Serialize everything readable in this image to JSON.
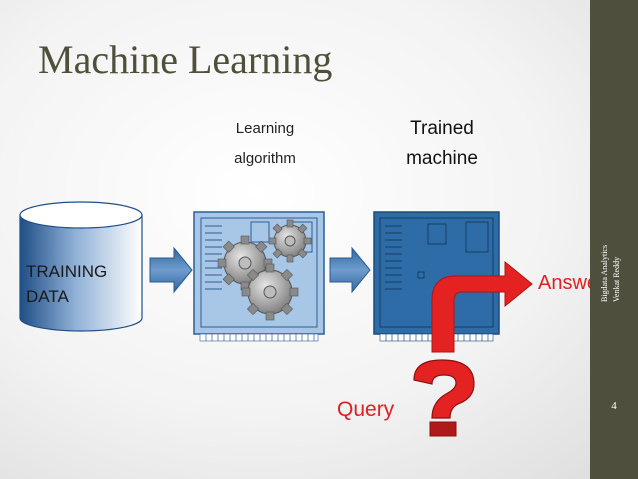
{
  "slide": {
    "title": "Machine Learning",
    "learning_label_line1": "Learning",
    "learning_label_line2": "algorithm",
    "trained_label_line1": "Trained",
    "trained_label_line2": "machine",
    "training_label_line1": "TRAINING",
    "training_label_line2": "DATA",
    "answer_label": "Answer",
    "query_label": "Query"
  },
  "sidebar": {
    "vertical_line1": "Bigdata Analytics",
    "vertical_line2": "Venkat Reddy",
    "page_number": "4"
  },
  "colors": {
    "sidebar": "#4f4f3d",
    "accent_orange": "#e8622a",
    "red": "#e02020",
    "chip_blue": "#2e6ca8",
    "arrow_blue": "#3b73ad"
  }
}
